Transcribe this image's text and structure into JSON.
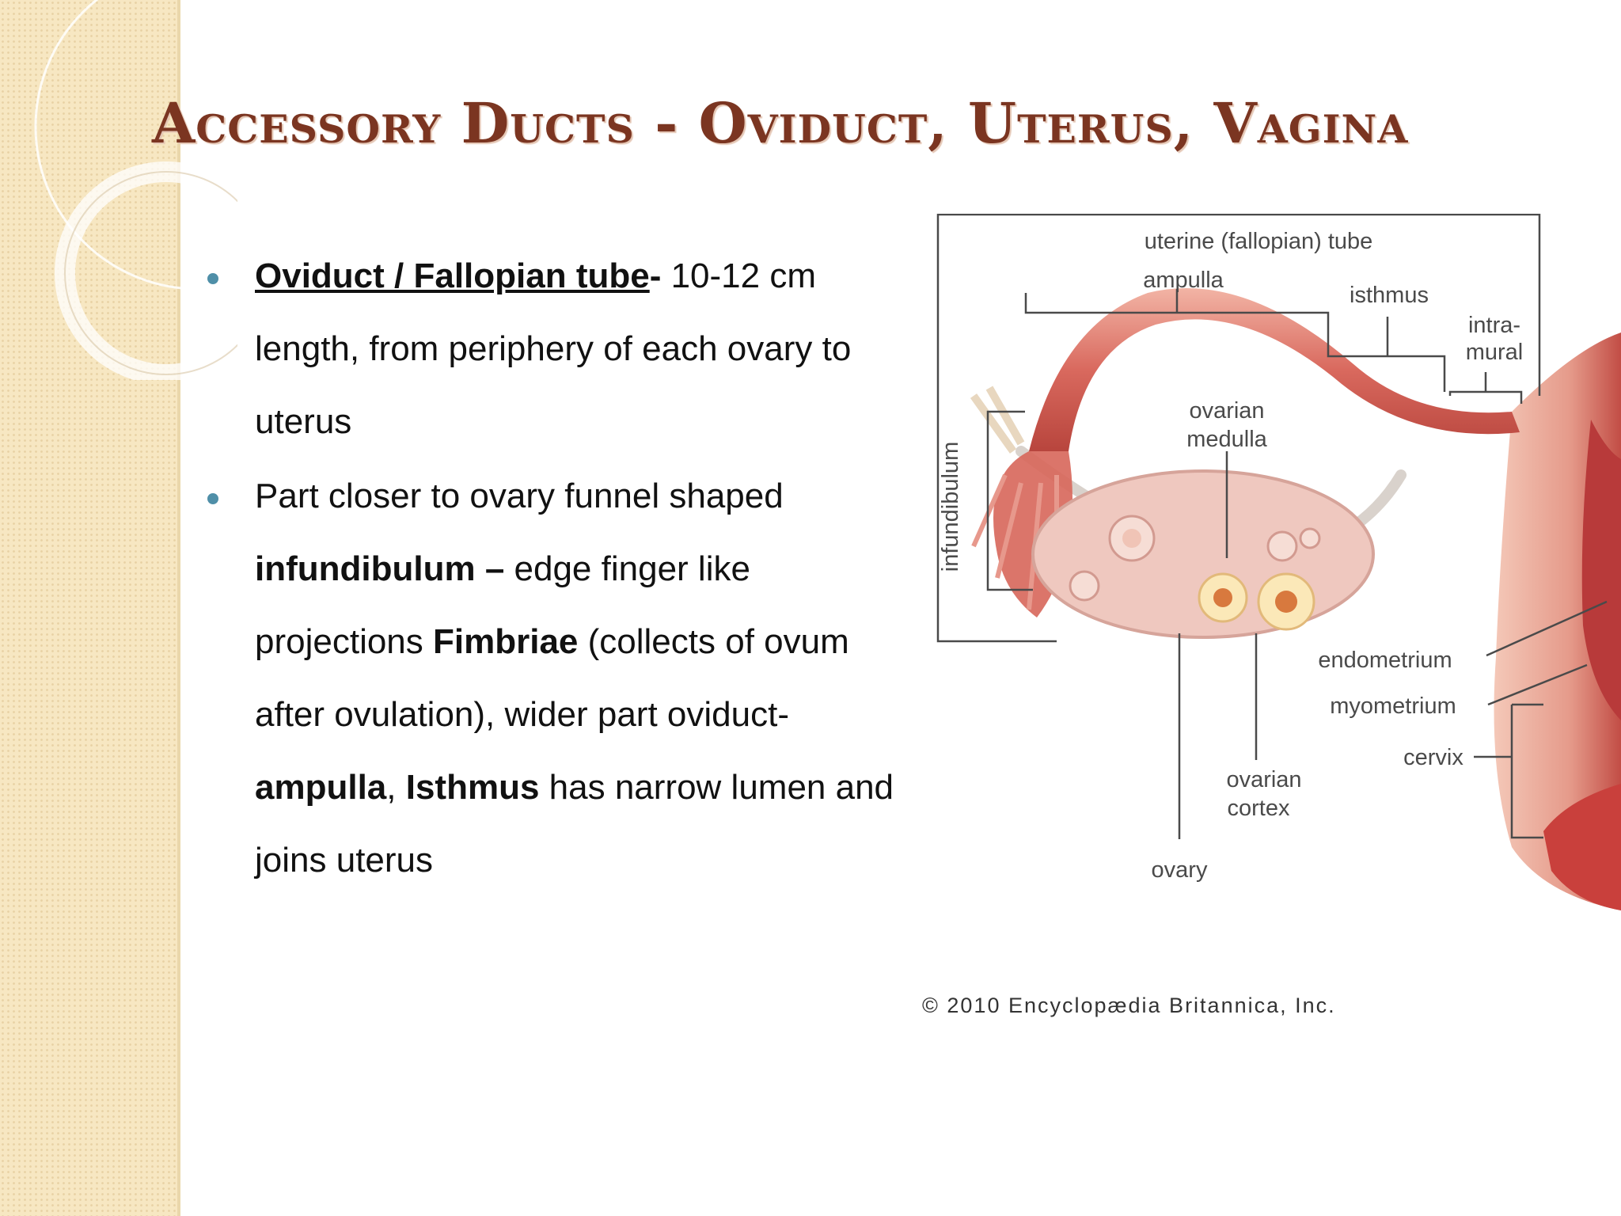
{
  "slide": {
    "title": "Accessory Ducts  - Oviduct, Uterus, Vagina"
  },
  "bullets": [
    {
      "term": "Oviduct / Fallopian tube",
      "dash": "-",
      "text": " 10-12 cm length,  from periphery of each ovary to uterus"
    },
    {
      "t1": "Part closer to ovary funnel shaped ",
      "b1": "infundibulum –",
      "t2": " edge finger like projections ",
      "b2": "Fimbriae",
      "t3": "  (collects of ovum after ovulation),  wider part oviduct- ",
      "b3": "ampulla",
      "t4": ", ",
      "b4": "Isthmus",
      "t5": " has narrow lumen and joins uterus"
    }
  ],
  "diagram": {
    "labels": {
      "uterine_tube": "uterine (fallopian) tube",
      "ampulla": "ampulla",
      "isthmus": "isthmus",
      "intra": "intra-",
      "mural": "mural",
      "ovarian_medulla_1": "ovarian",
      "ovarian_medulla_2": "medulla",
      "infundibulum": "infundibulum",
      "endometrium": "endometrium",
      "myometrium": "myometrium",
      "cervix": "cervix",
      "ovarian_cortex_1": "ovarian",
      "ovarian_cortex_2": "cortex",
      "ovary": "ovary"
    },
    "credit": "© 2010 Encyclopædia Britannica, Inc."
  }
}
